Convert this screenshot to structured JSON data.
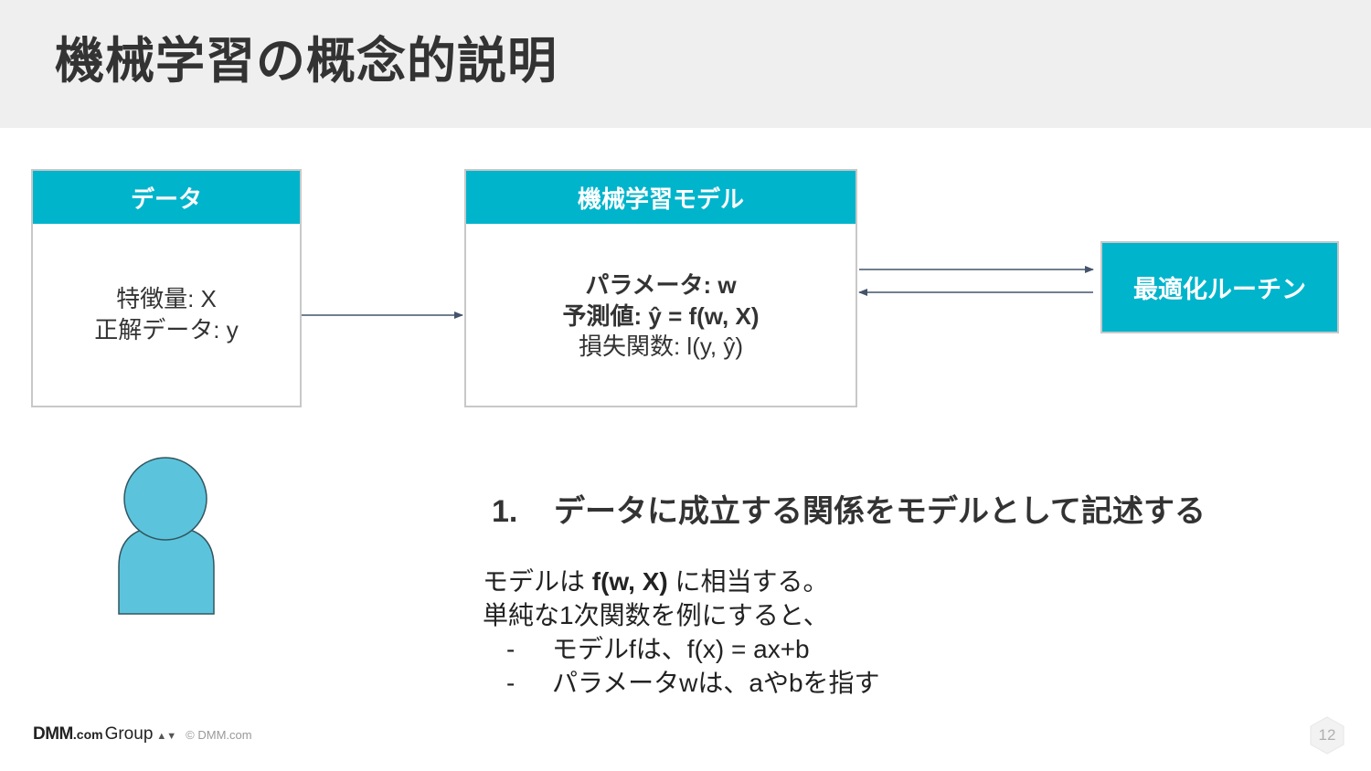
{
  "slide": {
    "title": "機械学習の概念的説明",
    "page_number": "12"
  },
  "data_box": {
    "header": "データ",
    "lines": [
      "特徴量: X",
      "正解データ: y"
    ]
  },
  "model_box": {
    "header": "機械学習モデル",
    "line1": "パラメータ: w",
    "line2": "予測値:  ŷ = f(w, X)",
    "line3": "損失関数: l(y, ŷ)"
  },
  "optimizer": {
    "label": "最適化ルーチン"
  },
  "explanation": {
    "number": "1.",
    "heading": "データに成立する関係をモデルとして記述する",
    "line1_prefix": "モデルは ",
    "line1_bold": "f(w, X)",
    "line1_suffix": " に相当する。",
    "line2": "単純な1次関数を例にすると、",
    "bullets": [
      {
        "dash": "-",
        "text": "モデルfは、f(x) = ax+b"
      },
      {
        "dash": "-",
        "text": "パラメータwは、aやbを指す"
      }
    ]
  },
  "footer": {
    "logo_dmm": "DMM",
    "logo_com": ".com",
    "logo_group": "Group",
    "logo_mark": "▲▼",
    "copyright": "© DMM.com"
  },
  "colors": {
    "accent": "#00b4cc",
    "person": "#5bc4dc",
    "person_stroke": "#33555f",
    "arrow": "#44546a",
    "title_band": "#efefef"
  }
}
